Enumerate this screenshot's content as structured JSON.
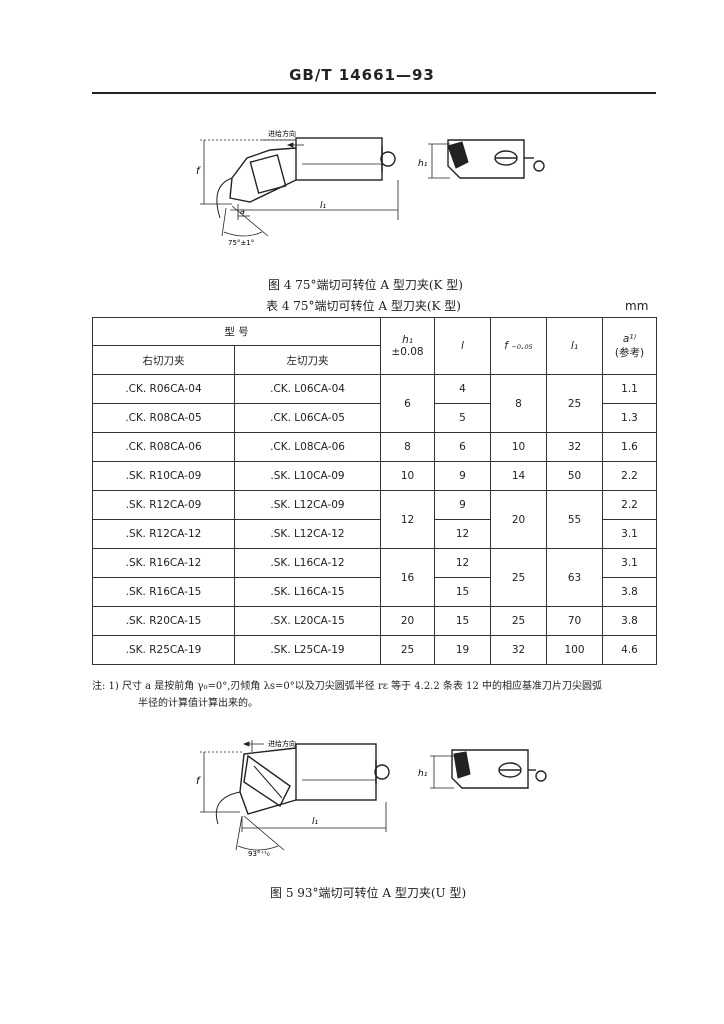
{
  "header": {
    "standard_code": "GB/T 14661—93"
  },
  "figure4": {
    "feed_direction": "进给方向",
    "dim_f": "f",
    "dim_l1": "l₁",
    "dim_a": "a",
    "dim_h1": "h₁",
    "angle": "75°±1°",
    "caption": "图 4   75°端切可转位 A 型刀夹(K 型)"
  },
  "table4": {
    "caption": "表 4   75°端切可转位 A 型刀夹(K 型)",
    "unit": "mm",
    "header": {
      "model": "型        号",
      "right": "右切刀夹",
      "left": "左切刀夹",
      "h1": "h₁",
      "h1_tol": "±0.08",
      "l": "l",
      "f": "f ₋₀.₀₅",
      "l1": "l₁",
      "a": "a¹⁾",
      "a_ref": "(参考)"
    },
    "rows": [
      {
        "right": ".CK. R06CA-04",
        "left": ".CK. L06CA-04",
        "h1": "6",
        "l": "4",
        "f": "8",
        "l1": "25",
        "a": "1.1"
      },
      {
        "right": ".CK. R08CA-05",
        "left": ".CK. L06CA-05",
        "l": "5",
        "a": "1.3"
      },
      {
        "right": ".CK. R08CA-06",
        "left": ".CK. L08CA-06",
        "h1": "8",
        "l": "6",
        "f": "10",
        "l1": "32",
        "a": "1.6"
      },
      {
        "right": ".SK. R10CA-09",
        "left": ".SK. L10CA-09",
        "h1": "10",
        "l": "9",
        "f": "14",
        "l1": "50",
        "a": "2.2"
      },
      {
        "right": ".SK. R12CA-09",
        "left": ".SK. L12CA-09",
        "h1": "12",
        "l": "9",
        "f": "20",
        "l1": "55",
        "a": "2.2"
      },
      {
        "right": ".SK. R12CA-12",
        "left": ".SK. L12CA-12",
        "l": "12",
        "a": "3.1"
      },
      {
        "right": ".SK. R16CA-12",
        "left": ".SK. L16CA-12",
        "h1": "16",
        "l": "12",
        "f": "25",
        "l1": "63",
        "a": "3.1"
      },
      {
        "right": ".SK. R16CA-15",
        "left": ".SK. L16CA-15",
        "l": "15",
        "a": "3.8"
      },
      {
        "right": ".SK. R20CA-15",
        "left": ".SX. L20CA-15",
        "h1": "20",
        "l": "15",
        "f": "25",
        "l1": "70",
        "a": "3.8"
      },
      {
        "right": ".SK. R25CA-19",
        "left": ".SK. L25CA-19",
        "h1": "25",
        "l": "19",
        "f": "32",
        "l1": "100",
        "a": "4.6"
      }
    ]
  },
  "note": {
    "line1": "注: 1) 尺寸 a 是按前角 γ₀=0°,刃倾角 λs=0°以及刀尖圆弧半径 rε 等于 4.2.2 条表 12 中的相应基准刀片刀尖圆弧",
    "line2": "半径的计算值计算出来的。"
  },
  "figure5": {
    "feed_direction": "进给方向",
    "dim_f": "f",
    "dim_l1": "l₁",
    "dim_h1": "h₁",
    "angle": "93°⁺¹₀",
    "caption": "图 5   93°端切可转位 A 型刀夹(U 型)"
  }
}
